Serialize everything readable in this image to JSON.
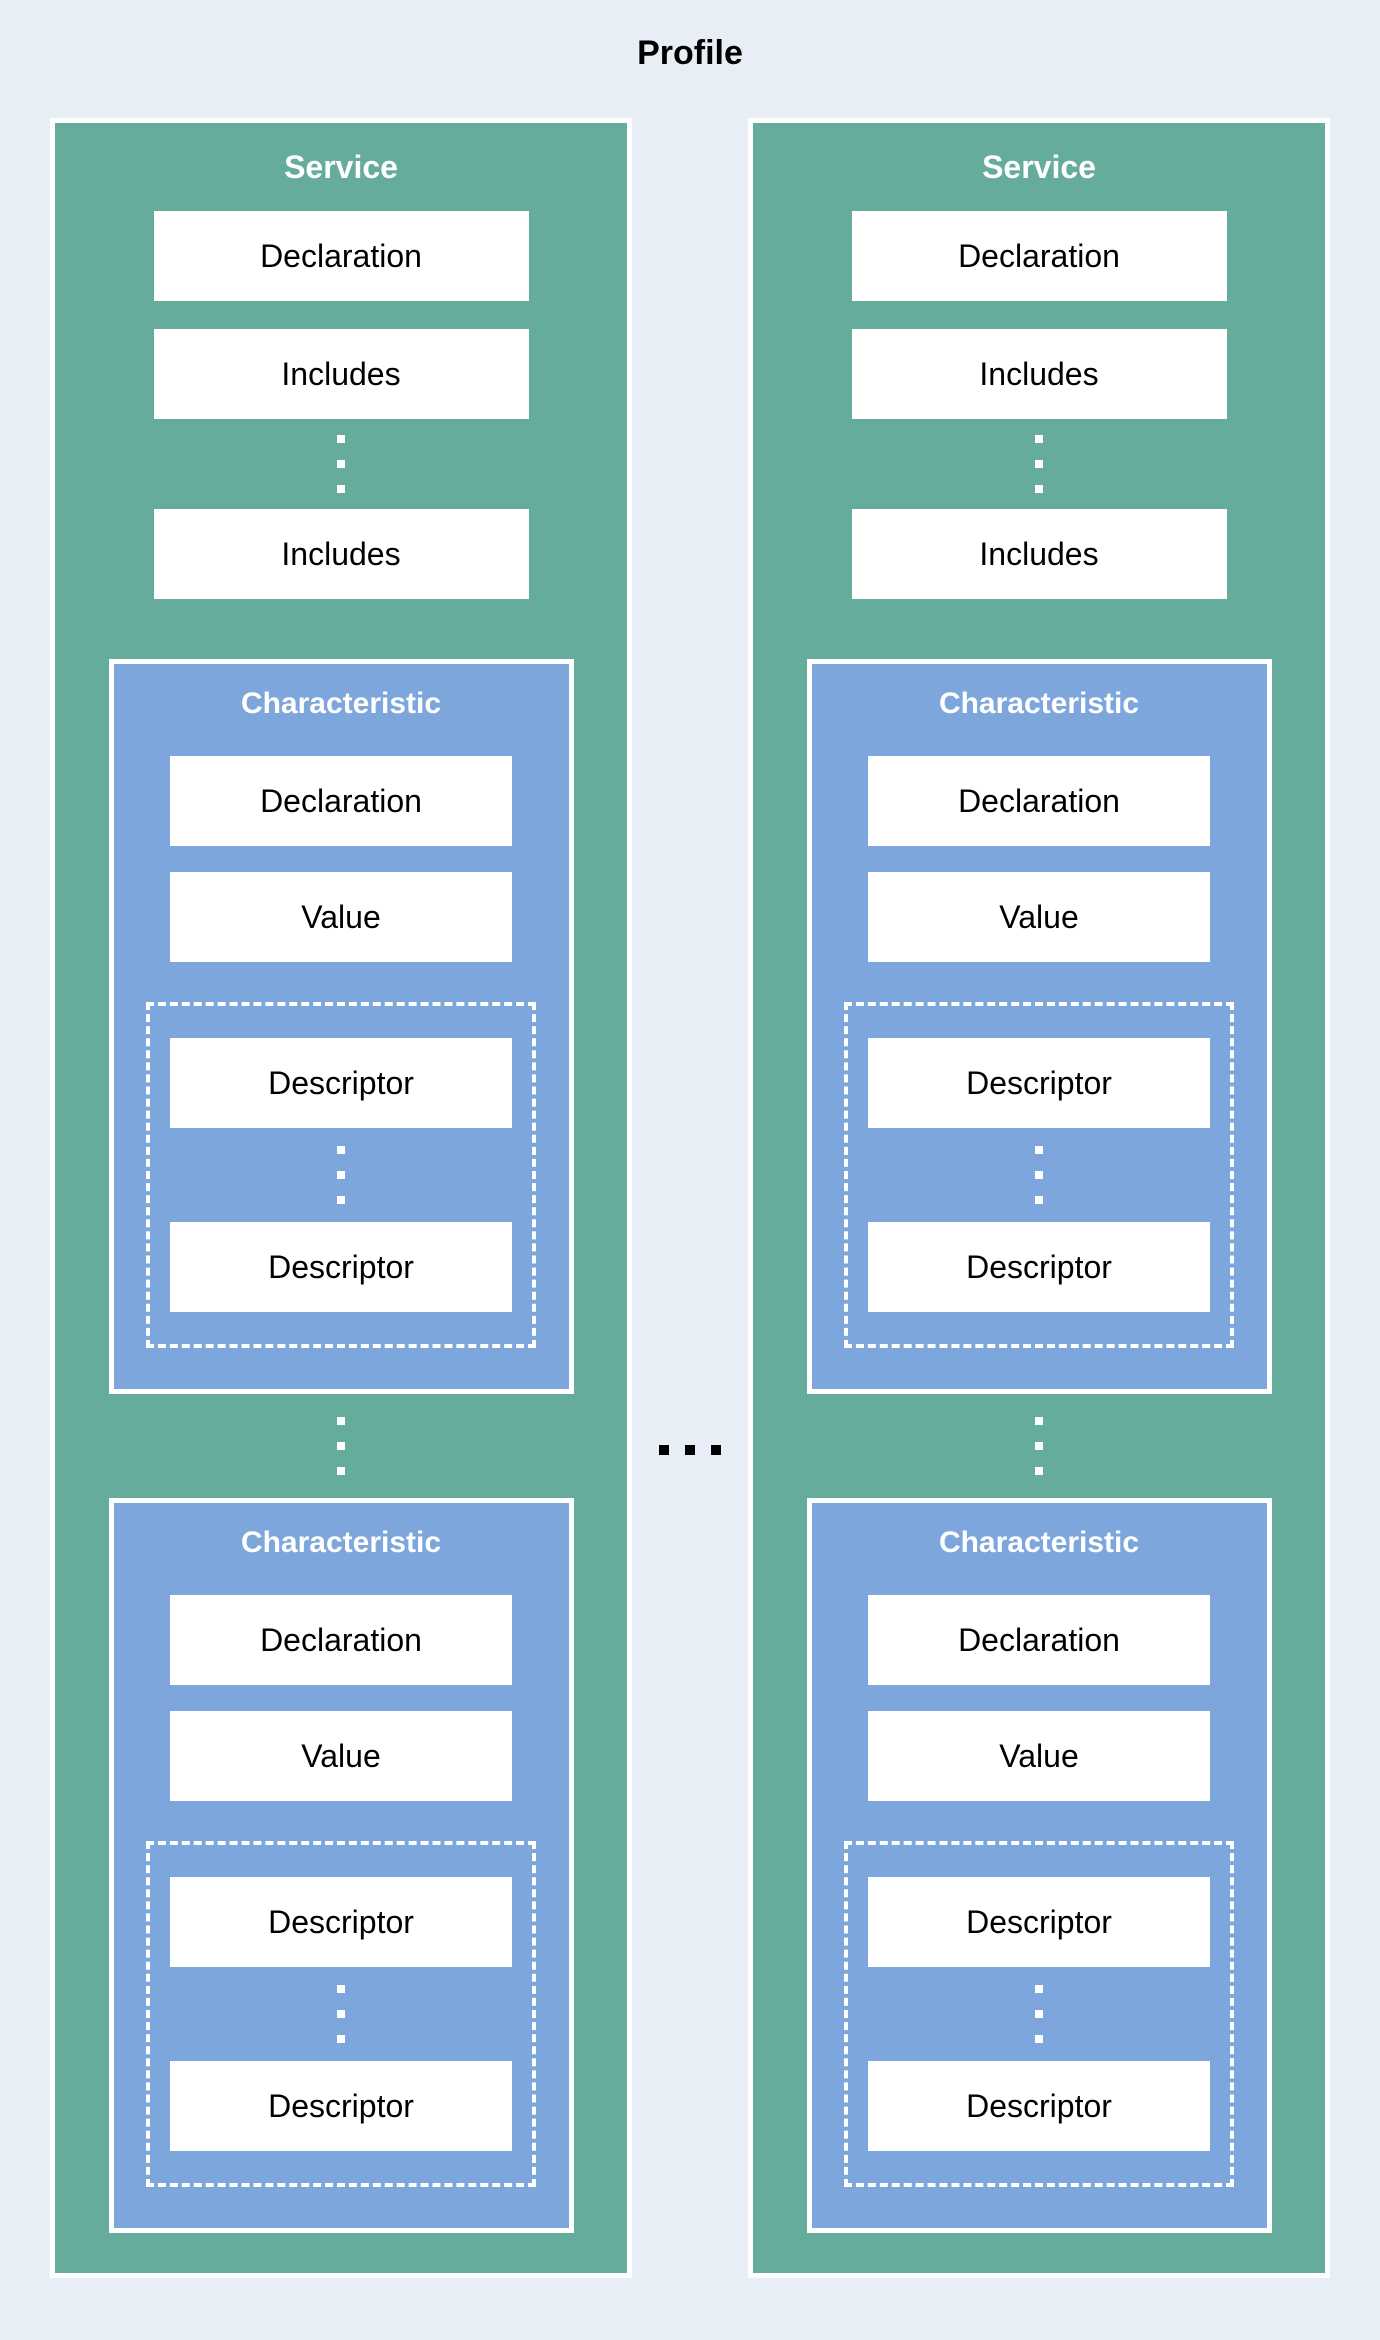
{
  "title": "Profile",
  "colors": {
    "background": "#E8EEF5",
    "service_fill": "#66AC9D",
    "characteristic_fill": "#7DA6DD",
    "box_fill": "#FFFFFF",
    "header_text": "#FFFFFF",
    "body_text": "#000000"
  },
  "icons": {
    "vertical_ellipsis": "⋮",
    "horizontal_ellipsis": "…"
  },
  "services": [
    {
      "title": "Service",
      "declaration_label": "Declaration",
      "includes_labels": [
        "Includes",
        "Includes"
      ],
      "characteristics": [
        {
          "title": "Characteristic",
          "declaration_label": "Declaration",
          "value_label": "Value",
          "descriptor_labels": [
            "Descriptor",
            "Descriptor"
          ]
        },
        {
          "title": "Characteristic",
          "declaration_label": "Declaration",
          "value_label": "Value",
          "descriptor_labels": [
            "Descriptor",
            "Descriptor"
          ]
        }
      ]
    },
    {
      "title": "Service",
      "declaration_label": "Declaration",
      "includes_labels": [
        "Includes",
        "Includes"
      ],
      "characteristics": [
        {
          "title": "Characteristic",
          "declaration_label": "Declaration",
          "value_label": "Value",
          "descriptor_labels": [
            "Descriptor",
            "Descriptor"
          ]
        },
        {
          "title": "Characteristic",
          "declaration_label": "Declaration",
          "value_label": "Value",
          "descriptor_labels": [
            "Descriptor",
            "Descriptor"
          ]
        }
      ]
    }
  ]
}
